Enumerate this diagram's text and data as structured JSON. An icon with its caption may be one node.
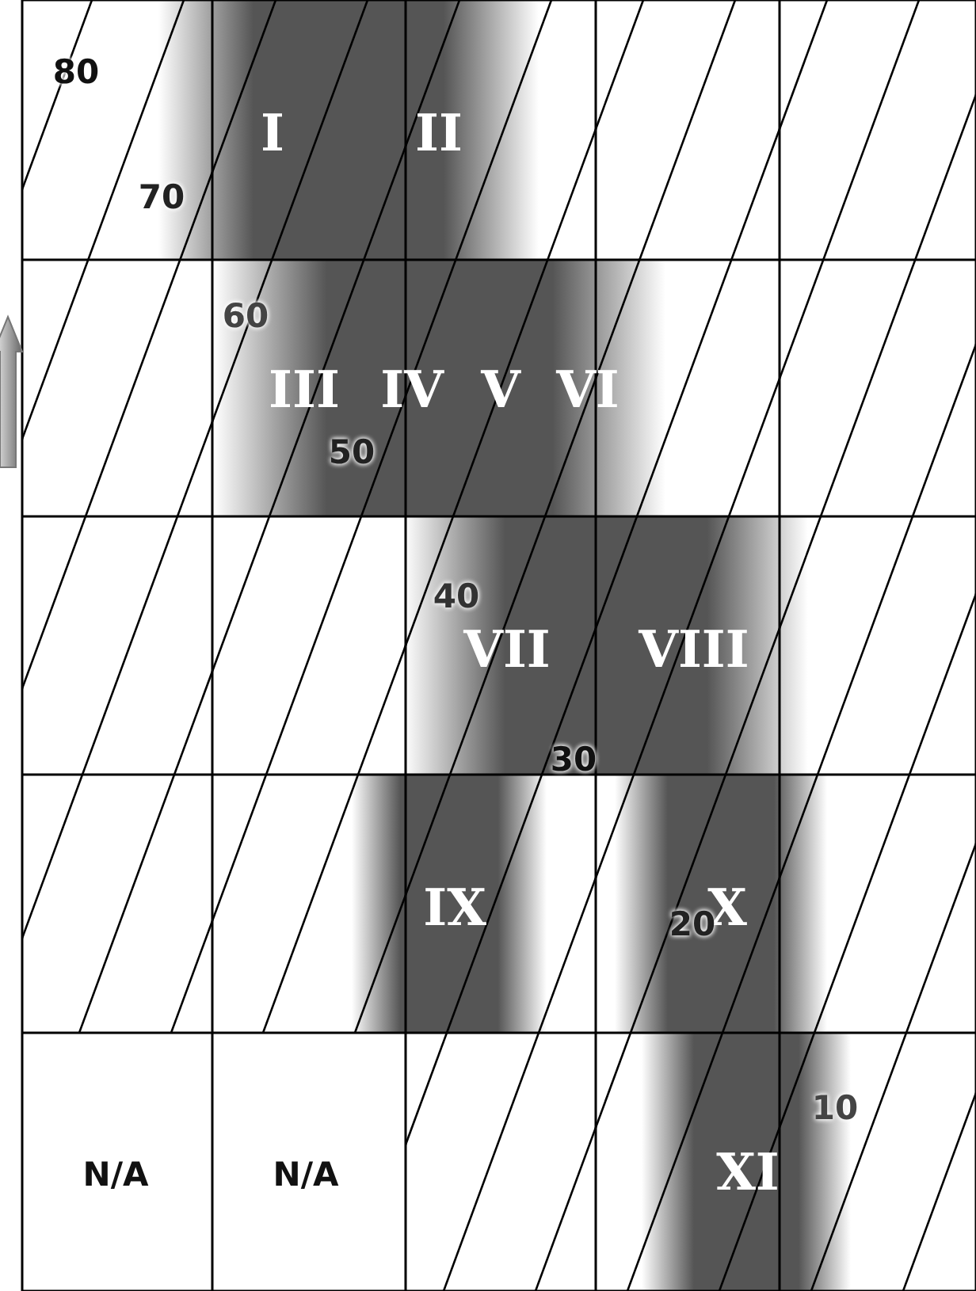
{
  "diagram": {
    "labels": [
      "80",
      "I",
      "II",
      "70",
      "60",
      "III",
      "IV",
      "V",
      "VI",
      "50",
      "40",
      "VII",
      "VIII",
      "30",
      "IX",
      "X",
      "20",
      "10",
      "N/A",
      "N/A",
      "XI"
    ]
  }
}
